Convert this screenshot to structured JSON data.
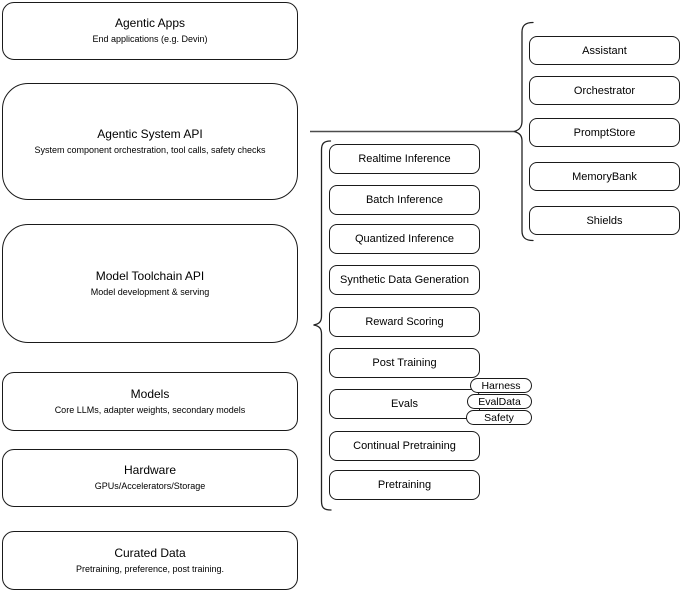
{
  "diagram": {
    "left_stack": [
      {
        "title": "Agentic Apps",
        "subtitle": "End applications (e.g. Devin)"
      },
      {
        "title": "Agentic System API",
        "subtitle": "System component orchestration, tool calls, safety checks"
      },
      {
        "title": "Model Toolchain API",
        "subtitle": "Model development & serving"
      },
      {
        "title": "Models",
        "subtitle": "Core LLMs, adapter weights, secondary models"
      },
      {
        "title": "Hardware",
        "subtitle": "GPUs/Accelerators/Storage"
      },
      {
        "title": "Curated Data",
        "subtitle": "Pretraining, preference, post training."
      }
    ],
    "toolchain_services": [
      "Realtime Inference",
      "Batch Inference",
      "Quantized Inference",
      "Synthetic Data Generation",
      "Reward Scoring",
      "Post Training",
      "Evals",
      "Continual Pretraining",
      "Pretraining"
    ],
    "evals_tags": [
      "Harness",
      "EvalData",
      "Safety"
    ],
    "system_components": [
      "Assistant",
      "Orchestrator",
      "PromptStore",
      "MemoryBank",
      "Shields"
    ],
    "colors": {
      "background": "#ffffff",
      "node_fill": "#ffffff",
      "node_border": "#1a1a1a",
      "text": "#000000",
      "connector": "#4d4d4d"
    }
  }
}
